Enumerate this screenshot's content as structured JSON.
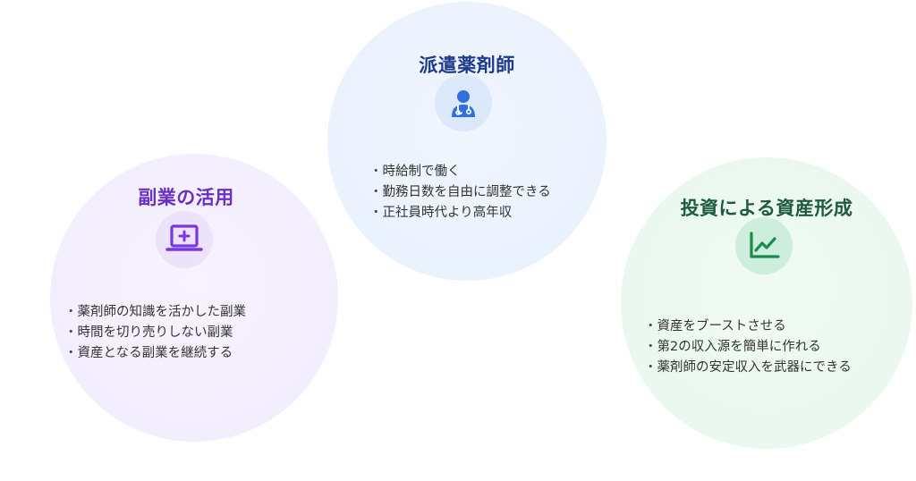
{
  "cards": {
    "haken": {
      "title": "派遣薬剤師",
      "icon": "doctor-icon",
      "color": "#1f3b8c",
      "items": [
        "時給制で働く",
        "勤務日数を自由に調整できる",
        "正社員時代より高年収"
      ]
    },
    "fukugyou": {
      "title": "副業の活用",
      "icon": "laptop-plus-icon",
      "color": "#6a2fc4",
      "items": [
        "薬剤師の知識を活かした副業",
        "時間を切り売りしない副業",
        "資産となる副業を継続する"
      ]
    },
    "toushi": {
      "title": "投資による資産形成",
      "icon": "line-chart-icon",
      "color": "#1e5a3c",
      "items": [
        "資産をブーストさせる",
        "第2の収入源を簡単に作れる",
        "薬剤師の安定収入を武器にできる"
      ]
    }
  }
}
